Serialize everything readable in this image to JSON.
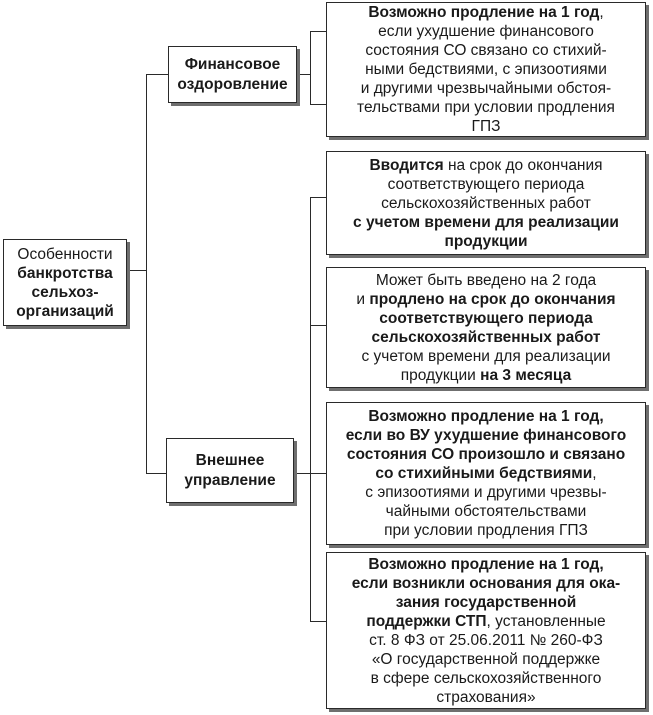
{
  "root": {
    "lines": [
      [
        {
          "t": "Особенности",
          "b": false
        }
      ],
      [
        {
          "t": "банкротства",
          "b": true
        }
      ],
      [
        {
          "t": "сельхоз-",
          "b": true
        }
      ],
      [
        {
          "t": "организаций",
          "b": true
        }
      ]
    ]
  },
  "stages": {
    "financial": {
      "line1": "Финансовое",
      "line2": "оздоровление"
    },
    "external": {
      "line1": "Внешнее",
      "line2": "управление"
    }
  },
  "details": {
    "d1": [
      [
        {
          "t": "Возможно продление на 1 год",
          "b": true
        },
        {
          "t": ",",
          "b": false
        }
      ],
      [
        {
          "t": "если ухудшение финансового",
          "b": false
        }
      ],
      [
        {
          "t": "состояния СО связано со стихий-",
          "b": false
        }
      ],
      [
        {
          "t": "ными бедствиями, с эпизоотиями",
          "b": false
        }
      ],
      [
        {
          "t": "и другими чрезвычайными обстоя-",
          "b": false
        }
      ],
      [
        {
          "t": "тельствами при условии продления",
          "b": false
        }
      ],
      [
        {
          "t": "ГПЗ",
          "b": false
        }
      ]
    ],
    "d2": [
      [
        {
          "t": "Вводится",
          "b": true
        },
        {
          "t": " на срок до окончания",
          "b": false
        }
      ],
      [
        {
          "t": "соответствующего периода",
          "b": false
        }
      ],
      [
        {
          "t": "сельскохозяйственных работ",
          "b": false
        }
      ],
      [
        {
          "t": "с учетом времени для реализации",
          "b": true
        }
      ],
      [
        {
          "t": "продукции",
          "b": true
        }
      ]
    ],
    "d3": [
      [
        {
          "t": "Может быть введено на 2 года",
          "b": false
        }
      ],
      [
        {
          "t": "и ",
          "b": false
        },
        {
          "t": "продлено на срок до окончания",
          "b": true
        }
      ],
      [
        {
          "t": "соответствующего периода",
          "b": true
        }
      ],
      [
        {
          "t": "сельскохозяйственных работ",
          "b": true
        }
      ],
      [
        {
          "t": "с учетом времени для реализации",
          "b": false
        }
      ],
      [
        {
          "t": "продукции ",
          "b": false
        },
        {
          "t": "на 3 месяца",
          "b": true
        }
      ]
    ],
    "d4": [
      [
        {
          "t": "Возможно продление на 1 год,",
          "b": true
        }
      ],
      [
        {
          "t": "если во ВУ ухудшение финансового",
          "b": true
        }
      ],
      [
        {
          "t": "состояния СО произошло и связано",
          "b": true
        }
      ],
      [
        {
          "t": "со стихийными бедствиями",
          "b": true
        },
        {
          "t": ",",
          "b": false
        }
      ],
      [
        {
          "t": "с эпизоотиями и другими чрезвы-",
          "b": false
        }
      ],
      [
        {
          "t": "чайными обстоятельствами",
          "b": false
        }
      ],
      [
        {
          "t": "при условии продления ГПЗ",
          "b": false
        }
      ]
    ],
    "d5": [
      [
        {
          "t": "Возможно продление на 1 год,",
          "b": true
        }
      ],
      [
        {
          "t": "если возникли основания для ока-",
          "b": true
        }
      ],
      [
        {
          "t": "зания государственной",
          "b": true
        }
      ],
      [
        {
          "t": "поддержки СТП",
          "b": true
        },
        {
          "t": ", установленные",
          "b": false
        }
      ],
      [
        {
          "t": "ст. 8 ФЗ от 25.06.2011 № 260-ФЗ",
          "b": false
        }
      ],
      [
        {
          "t": "«О государственной поддержке",
          "b": false
        }
      ],
      [
        {
          "t": "в сфере сельскохозяйственного",
          "b": false
        }
      ],
      [
        {
          "t": "страхования»",
          "b": false
        }
      ]
    ]
  }
}
